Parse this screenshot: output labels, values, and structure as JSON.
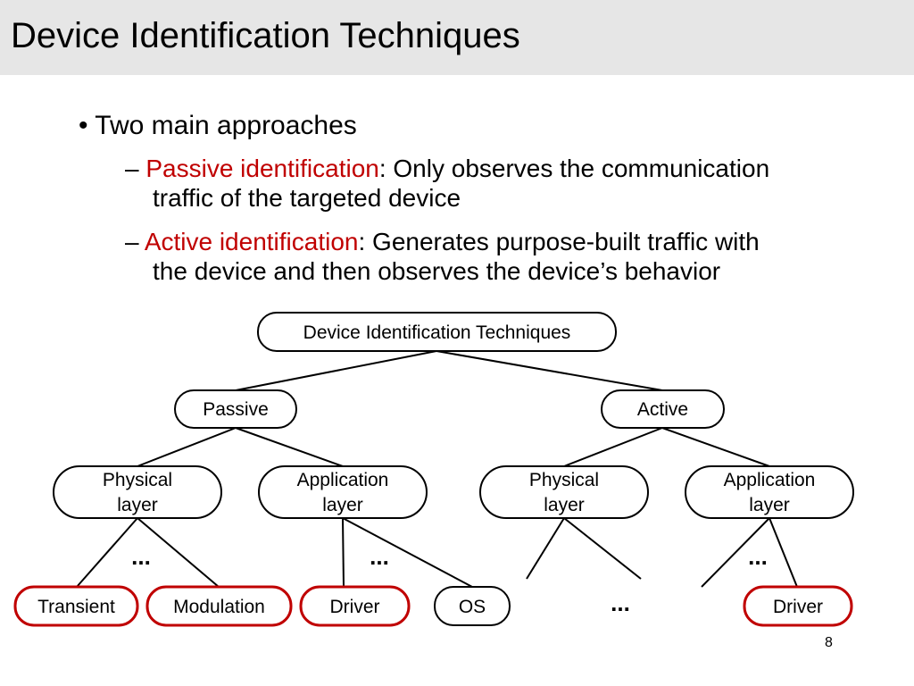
{
  "slide": {
    "title": "Device Identification Techniques",
    "bullet": "• Two main approaches",
    "passive": {
      "dash": "– ",
      "term": "Passive identification",
      "rest_line1": ": Only observes the communication",
      "rest_line2": "traffic of the targeted device"
    },
    "active": {
      "dash": "– ",
      "term": "Active identification",
      "rest_line1": ": Generates purpose-built traffic with",
      "rest_line2": "the device and then observes the device’s behavior"
    },
    "page_number": "8"
  },
  "colors": {
    "title_bar": "#e6e6e6",
    "emphasis": "#c00000"
  },
  "tree": {
    "root": "Device Identification Techniques",
    "passive": "Passive",
    "active": "Active",
    "passive_physical": [
      "Physical",
      "layer"
    ],
    "passive_application": [
      "Application",
      "layer"
    ],
    "active_physical": [
      "Physical",
      "layer"
    ],
    "active_application": [
      "Application",
      "layer"
    ],
    "leaf_transient": "Transient",
    "leaf_modulation": "Modulation",
    "leaf_driver": "Driver",
    "leaf_os": "OS",
    "leaf_driver_active": "Driver",
    "ellipsis": "..."
  }
}
